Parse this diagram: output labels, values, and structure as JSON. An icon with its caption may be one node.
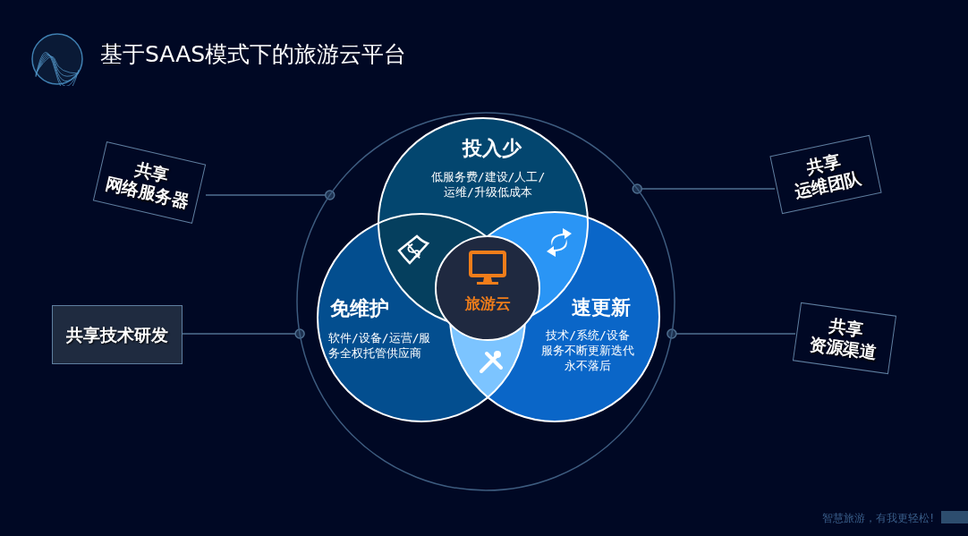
{
  "diagram": {
    "title": "基于SAAS模式下的旅游云平台",
    "nodes": [
      {
        "text": [],
        "shape": "circle"
      },
      {
        "text": [
          "投入少",
          "低服务费/建设/人工/运维/升级低成本"
        ],
        "in": 0
      },
      {
        "text": [
          "免维护",
          "软件/设备/运营/服务全权托管供应商"
        ],
        "in": 0
      },
      {
        "text": [
          "速更新",
          "技术/系统/设备服务不断更新迭代永不落后"
        ],
        "in": 0
      },
      {
        "text": [
          "旅游云"
        ],
        "in": 0
      },
      {
        "text": [
          "共享",
          "网络服务器"
        ]
      },
      {
        "text": [
          "共享",
          "运维团队"
        ]
      },
      {
        "text": [
          "共享技术研发"
        ]
      },
      {
        "text": [
          "共享",
          "资源渠道"
        ]
      }
    ],
    "edges": [
      {
        "from": 5,
        "to": 0,
        "arrow": "other"
      },
      {
        "from": 6,
        "to": 0,
        "arrow": "other"
      },
      {
        "from": 7,
        "to": 0,
        "arrow": "other"
      },
      {
        "from": 8,
        "to": 0,
        "arrow": "other"
      }
    ],
    "labels": [
      "智慧旅游，有我更轻松!"
    ]
  }
}
